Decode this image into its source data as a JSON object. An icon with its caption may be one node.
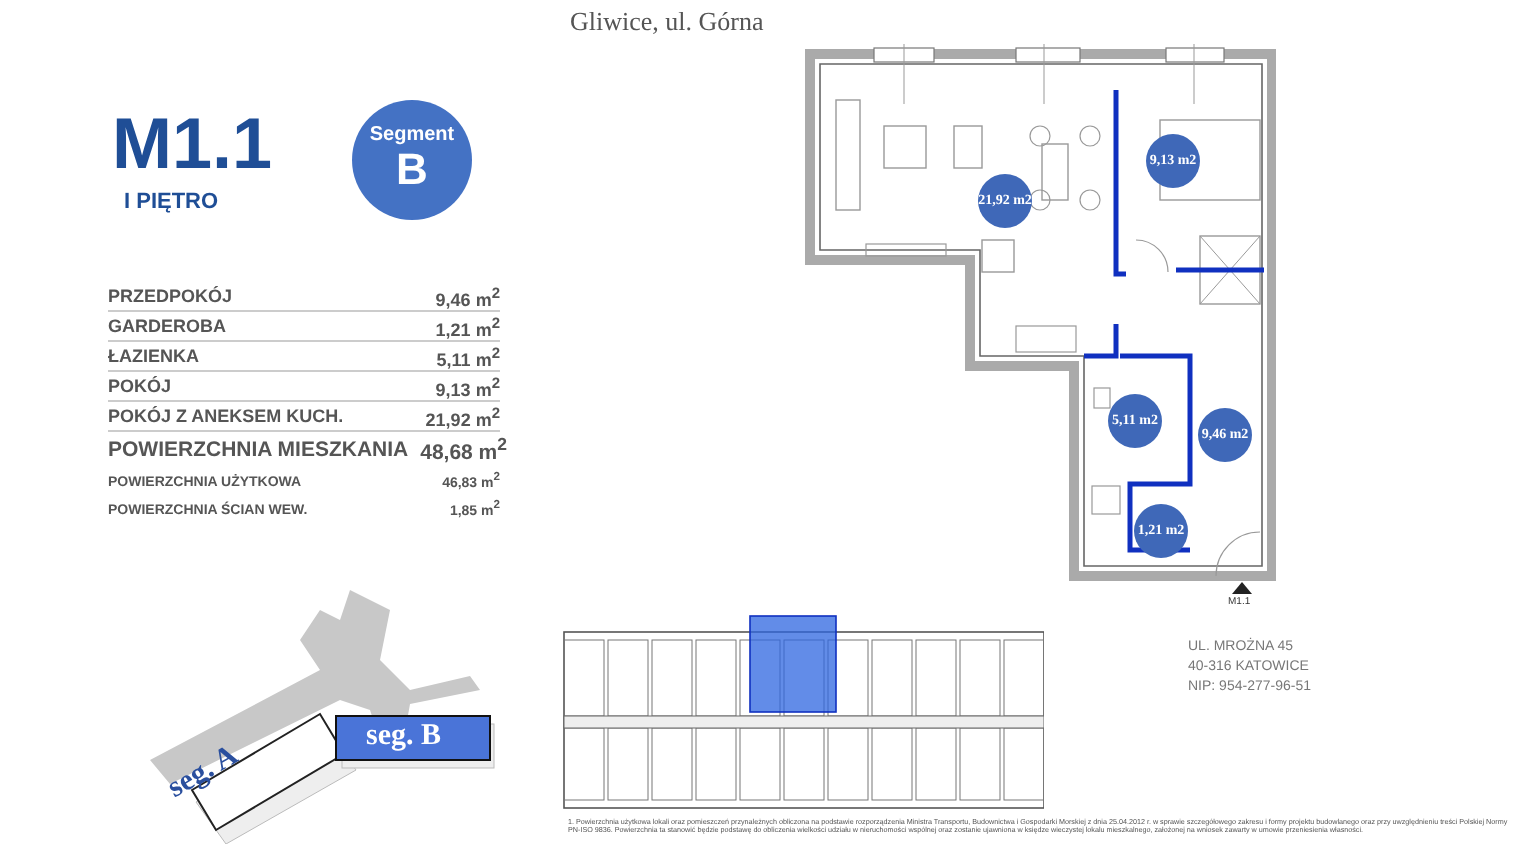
{
  "diagram": {
    "title": "M1.1",
    "nodes": [
      {
        "text": [
          "Segment",
          "B"
        ]
      },
      {
        "text": [
          "21,92 m2"
        ]
      },
      {
        "text": [
          "9,13 m2"
        ]
      },
      {
        "text": [
          "5,11 m2"
        ]
      },
      {
        "text": [
          "9,46 m2"
        ]
      },
      {
        "text": [
          "1,21 m2"
        ]
      },
      {
        "text": [
          "seg. A"
        ]
      },
      {
        "text": [
          "seg. B"
        ]
      }
    ],
    "labels": [
      "Gliwice, ul. Górna",
      "I PIĘTRO",
      "PRZEDPOKÓJ",
      "9,46 m$^{2}$",
      "GARDEROBA",
      "1,21 m$^{2}$",
      "ŁAZIENKA",
      "5,11 m$^{2}$",
      "POKÓJ",
      "9,13 m$^{2}$",
      "POKÓJ Z ANEKSEM KUCH.",
      "21,92 m$^{2}$",
      "POWIERZCHNIA MIESZKANIA",
      "48,68 m$^{2}$",
      "POWIERZCHNIA UŻYTKOWA",
      "46,83 m$^{2}$",
      "POWIERZCHNIA ŚCIAN WEW.",
      "1,85 m$^{2}$",
      "M1.1",
      "UL. MROŻNA 45",
      "40-316 KATOWICE",
      "NIP: 954-277-96-51",
      "1. Powierzchnia użytkowa lokali oraz pomieszczeń przynależnych obliczona na podstawie rozporządzenia Ministra Transportu, Budownictwa i Gospodarki Morskiej z dnia 25.04.2012 r. w sprawie szczegółowego zakresu i formy projektu budowlanego oraz przy uwzględnieniu treści Polskiej Normy PN-ISO 9836. Powierzchnia ta stanowić będzie podstawę do obliczenia wielkości udziału w nieruchomości wspólnej oraz zostanie ujawniona w księdze wieczystej lokalu mieszkalnego, założonej na wniosek zawarty w umowie przeniesienia własności."
    ]
  }
}
